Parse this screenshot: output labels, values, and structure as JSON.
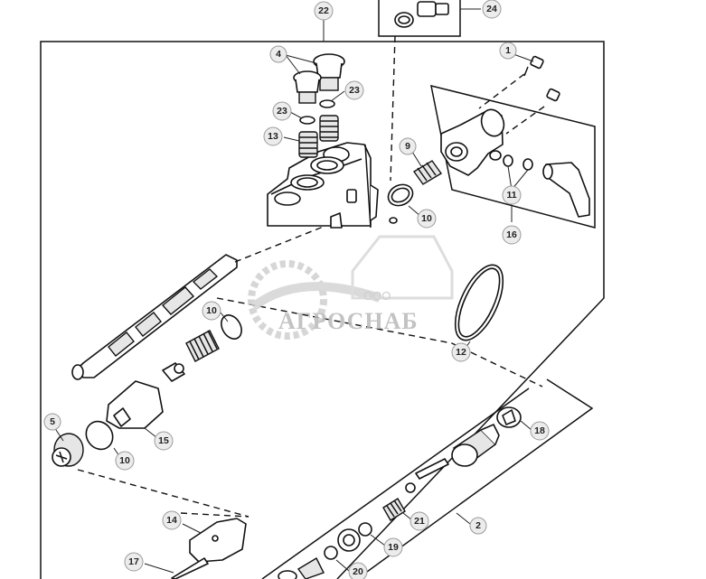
{
  "callouts": [
    {
      "id": "22",
      "label": "22"
    },
    {
      "id": "24",
      "label": "24"
    },
    {
      "id": "1",
      "label": "1"
    },
    {
      "id": "4",
      "label": "4"
    },
    {
      "id": "23a",
      "label": "23"
    },
    {
      "id": "23b",
      "label": "23"
    },
    {
      "id": "13",
      "label": "13"
    },
    {
      "id": "9",
      "label": "9"
    },
    {
      "id": "11",
      "label": "11"
    },
    {
      "id": "10a",
      "label": "10"
    },
    {
      "id": "16",
      "label": "16"
    },
    {
      "id": "10b",
      "label": "10"
    },
    {
      "id": "12",
      "label": "12"
    },
    {
      "id": "5",
      "label": "5"
    },
    {
      "id": "15",
      "label": "15"
    },
    {
      "id": "10c",
      "label": "10"
    },
    {
      "id": "18",
      "label": "18"
    },
    {
      "id": "14",
      "label": "14"
    },
    {
      "id": "21",
      "label": "21"
    },
    {
      "id": "2",
      "label": "2"
    },
    {
      "id": "17",
      "label": "17"
    },
    {
      "id": "19",
      "label": "19"
    },
    {
      "id": "20",
      "label": "20"
    }
  ],
  "watermark": {
    "prefix": "ООО",
    "brand": "АГРОСНАБ"
  }
}
